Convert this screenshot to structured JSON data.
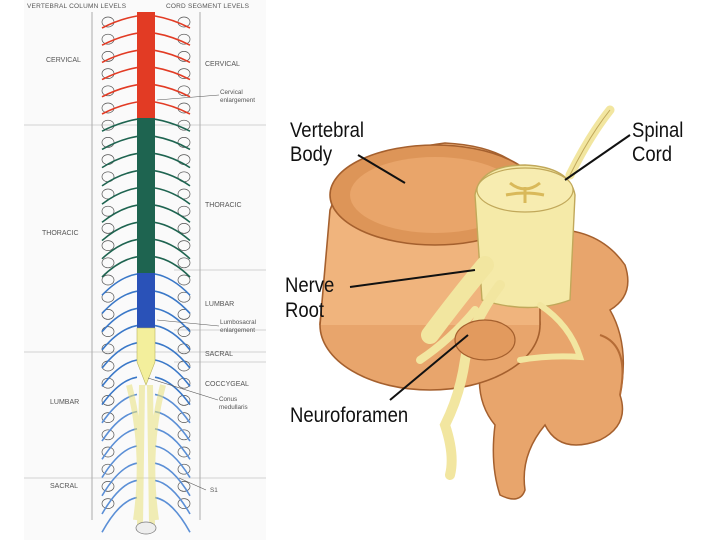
{
  "left_diagram": {
    "headers": {
      "vertebral_levels": "VERTEBRAL COLUMN LEVELS",
      "cord_levels": "CORD SEGMENT LEVELS"
    },
    "vertebral_regions": {
      "cervical": "CERVICAL",
      "thoracic": "THORACIC",
      "lumbar": "LUMBAR",
      "sacral": "SACRAL"
    },
    "cord_regions": {
      "cervical": "CERVICAL",
      "thoracic": "THORACIC",
      "lumbar": "LUMBAR",
      "sacral": "SACRAL",
      "coccygeal": "COCCYGEAL"
    },
    "annotations": {
      "cervical_enlargement": [
        "Cervical",
        "enlargement"
      ],
      "lumbosacral_enlargement": [
        "Lumbosacral",
        "enlargement"
      ],
      "conus_medullaris": [
        "Conus",
        "medullaris"
      ],
      "s1": "S1"
    },
    "colors": {
      "cervical": "#e23b24",
      "thoracic": "#1e6450",
      "lumbar": "#2a52b8",
      "sacral": "#f3ef9c",
      "nerve_blue": "#3a78c8"
    }
  },
  "right_diagram": {
    "labels": {
      "vertebral_body": [
        "Vertebral",
        "Body"
      ],
      "spinal_cord": [
        "Spinal",
        "Cord"
      ],
      "nerve_root": [
        "Nerve",
        "Root"
      ],
      "neuroforamen": "Neuroforamen"
    },
    "colors": {
      "bone": "#e8a56c",
      "bone_dark": "#c97a44",
      "cord": "#f5eaa8",
      "nerve": "#f2e6a0"
    }
  }
}
